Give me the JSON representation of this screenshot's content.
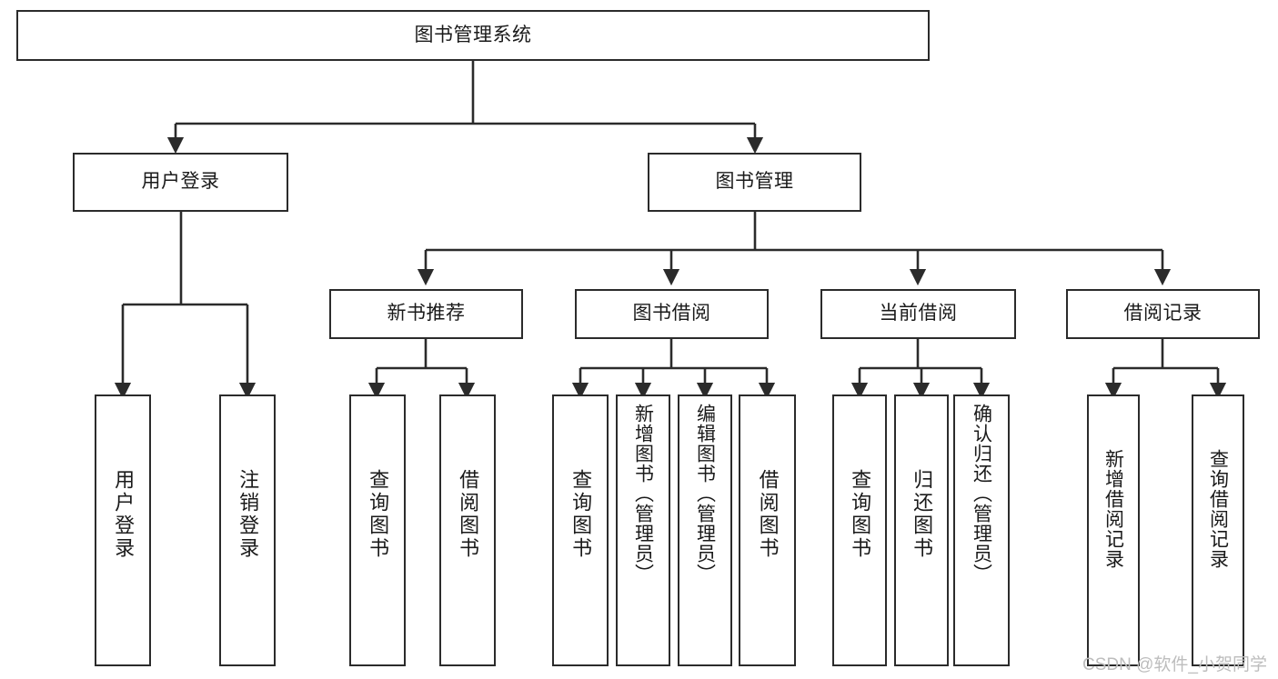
{
  "diagram": {
    "title": "图书管理系统",
    "type": "tree",
    "orientation": "top-down",
    "colors": {
      "node_border": "#2b2b2b",
      "node_fill": "#ffffff",
      "edge": "#2b2b2b",
      "text": "#1a1a1a",
      "watermark": "#bdbdbd",
      "background": "#ffffff"
    },
    "nodes": {
      "root": {
        "label": "图书管理系统"
      },
      "level2": [
        {
          "label": "用户登录"
        },
        {
          "label": "图书管理"
        }
      ],
      "level3": [
        {
          "label": "新书推荐"
        },
        {
          "label": "图书借阅"
        },
        {
          "label": "当前借阅"
        },
        {
          "label": "借阅记录"
        }
      ],
      "leaves": {
        "user_login": [
          {
            "label": "用户登录"
          },
          {
            "label": "注销登录"
          }
        ],
        "new_book": [
          {
            "label": "查询图书"
          },
          {
            "label": "借阅图书"
          }
        ],
        "book_borrow": [
          {
            "label": "查询图书"
          },
          {
            "label": "新增图书（管理员）"
          },
          {
            "label": "编辑图书（管理员）"
          },
          {
            "label": "借阅图书"
          }
        ],
        "current_borrow": [
          {
            "label": "查询图书"
          },
          {
            "label": "归还图书"
          },
          {
            "label": "确认归还（管理员）"
          }
        ],
        "borrow_record": [
          {
            "label": "新增借阅记录"
          },
          {
            "label": "查询借阅记录"
          }
        ]
      }
    },
    "watermark": "CSDN @软件_小贺同学"
  }
}
